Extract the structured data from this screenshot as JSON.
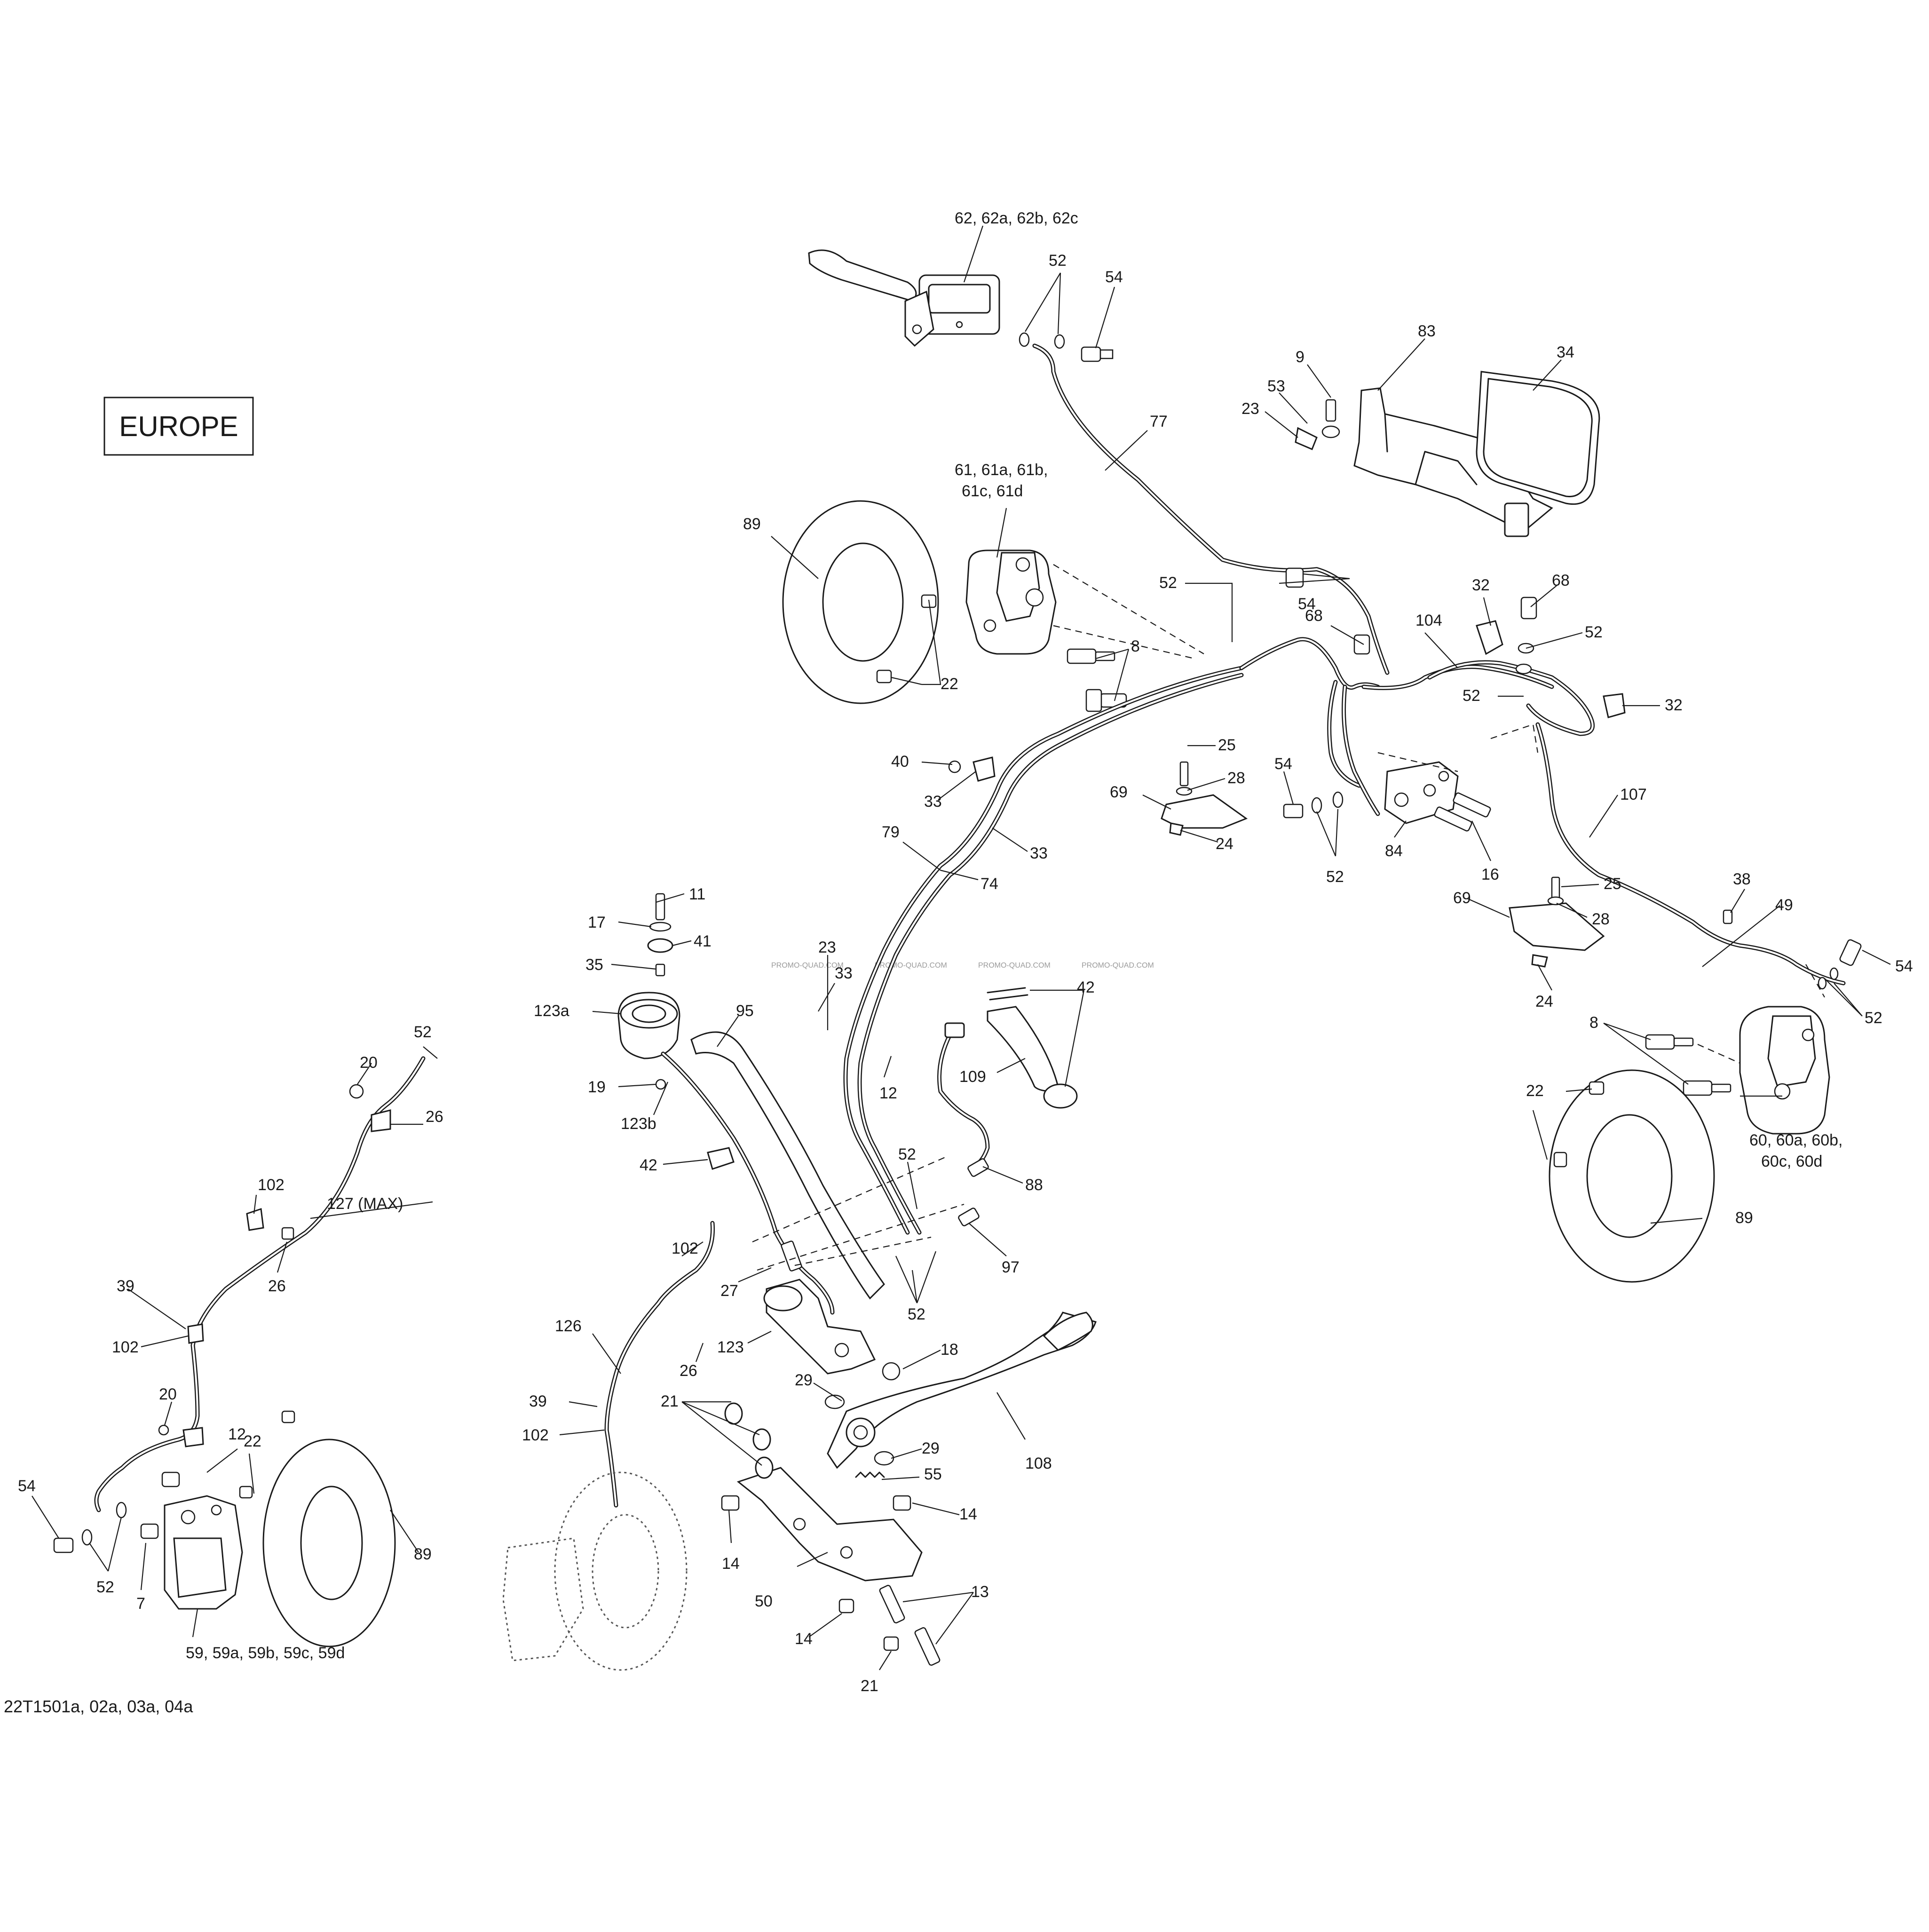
{
  "region_label": "EUROPE",
  "drawing_ref": "22T1501a, 02a, 03a, 04a",
  "watermark": "PROMO-QUAD.COM",
  "callouts": [
    "62, 62a, 62b, 62c",
    "52",
    "54",
    "83",
    "34",
    "9",
    "53",
    "23",
    "77",
    "61, 61a, 61b,",
    "61c, 61d",
    "89",
    "22",
    "8",
    "52",
    "54",
    "68",
    "104",
    "32",
    "68",
    "52",
    "52",
    "32",
    "40",
    "33",
    "25",
    "28",
    "69",
    "24",
    "54",
    "52",
    "84",
    "16",
    "107",
    "79",
    "74",
    "33",
    "11",
    "17",
    "41",
    "35",
    "123a",
    "19",
    "123b",
    "42",
    "95",
    "23",
    "33",
    "12",
    "42",
    "109",
    "88",
    "97",
    "52",
    "102",
    "27",
    "123",
    "52",
    "18",
    "26",
    "126",
    "39",
    "102",
    "21",
    "29",
    "29",
    "108",
    "55",
    "14",
    "14",
    "50",
    "13",
    "14",
    "21",
    "52",
    "20",
    "26",
    "102",
    "127 (MAX)",
    "26",
    "39",
    "102",
    "20",
    "12",
    "22",
    "54",
    "52",
    "7",
    "89",
    "59, 59a, 59b, 59c, 59d",
    "25",
    "28",
    "69",
    "24",
    "38",
    "49",
    "54",
    "8",
    "52",
    "22",
    "60, 60a, 60b,",
    "60c, 60d",
    "89"
  ]
}
